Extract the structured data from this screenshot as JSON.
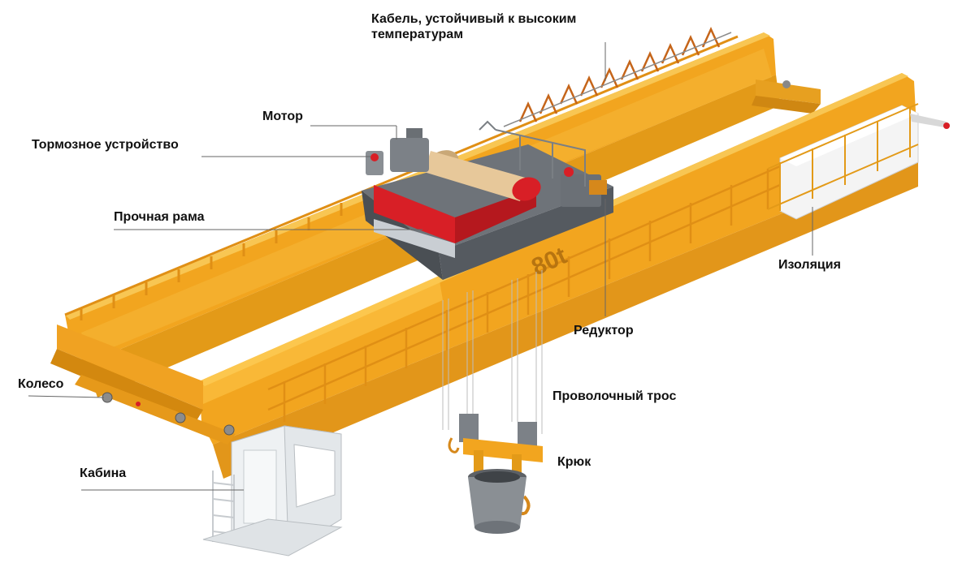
{
  "labels": {
    "cable": "Кабель, устойчивый к высоким температурам",
    "cable_line1": "Кабель, устойчивый к высоким",
    "cable_line2": "температурам",
    "motor": "Мотор",
    "brake": "Тормозное устройство",
    "frame": "Прочная рама",
    "insulation": "Изоляция",
    "reducer": "Редуктор",
    "wheel": "Колесо",
    "wire_rope": "Проволочный трос",
    "hook": "Крюк",
    "cabin": "Кабина"
  },
  "capacity_mark": "80t",
  "colors": {
    "girder": "#f2a51f",
    "girder_shadow": "#d88a12",
    "girder_light": "#f8c653",
    "trolley": "#6e7379",
    "drum": "#e7c89a",
    "accent_red": "#d81f26",
    "cabin": "#eef1f3",
    "insulation": "#f4f4f4",
    "leader": "#555555"
  }
}
